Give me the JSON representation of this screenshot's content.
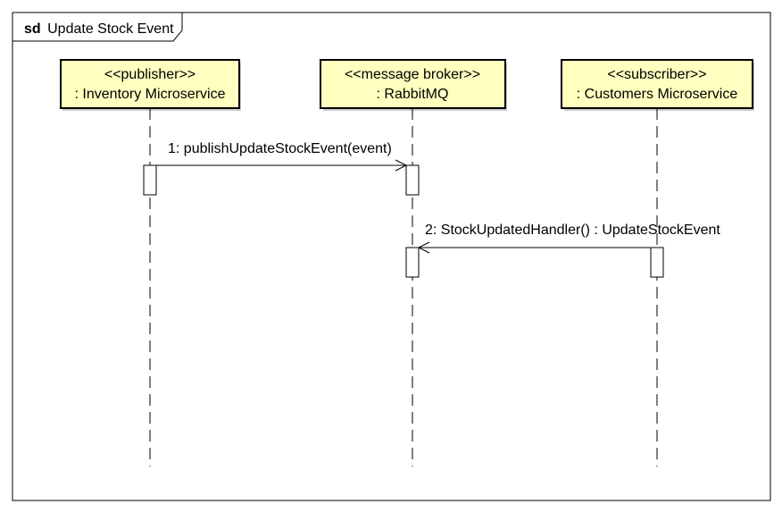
{
  "frame": {
    "keyword": "sd",
    "title": "Update Stock Event"
  },
  "lifelines": [
    {
      "stereotype": "<<publisher>>",
      "name": ": Inventory Microservice"
    },
    {
      "stereotype": "<<message broker>>",
      "name": ": RabbitMQ"
    },
    {
      "stereotype": "<<subscriber>>",
      "name": ": Customers Microservice"
    }
  ],
  "messages": [
    {
      "label": "1: publishUpdateStockEvent(event)",
      "from": 0,
      "to": 1
    },
    {
      "label": "2: StockUpdatedHandler() : UpdateStockEvent",
      "from": 2,
      "to": 1
    }
  ],
  "colors": {
    "lifeline_fill": "#ffffc0",
    "line": "#000000",
    "background": "#ffffff"
  }
}
